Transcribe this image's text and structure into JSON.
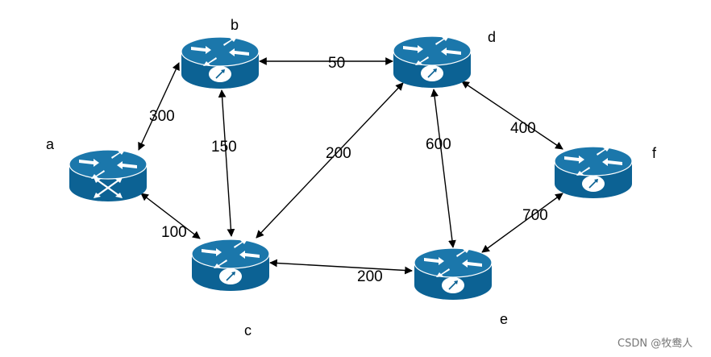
{
  "nodes": {
    "a": "a",
    "b": "b",
    "c": "c",
    "d": "d",
    "e": "e",
    "f": "f"
  },
  "edges": {
    "a_b": "300",
    "a_c": "100",
    "b_c": "150",
    "b_d": "50",
    "c_d": "200",
    "c_e": "200",
    "d_e": "600",
    "d_f": "400",
    "e_f": "700"
  },
  "watermark": "CSDN @牧鸯人",
  "colors": {
    "router_side": "#0c6294",
    "router_top": "#1b77ab",
    "edge": "#000000"
  },
  "icons": {
    "router": "router-icon",
    "switch": "switch-router-icon"
  }
}
